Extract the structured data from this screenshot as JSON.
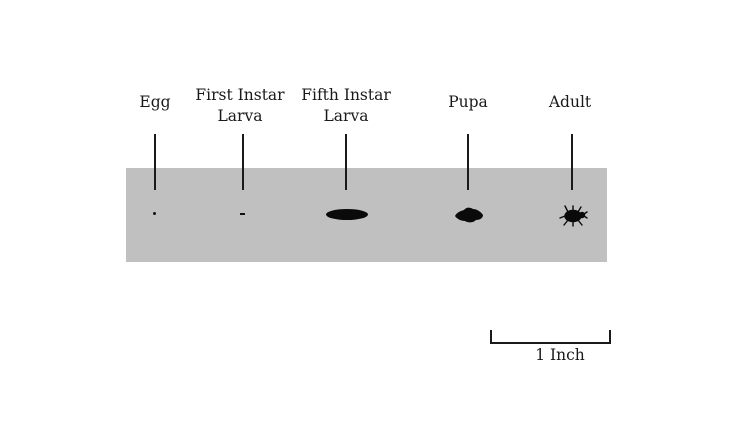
{
  "diagram": {
    "stages": [
      {
        "label": "Egg",
        "label_line2": ""
      },
      {
        "label": "First Instar",
        "label_line2": "Larva"
      },
      {
        "label": "Fifth Instar",
        "label_line2": "Larva"
      },
      {
        "label": "Pupa",
        "label_line2": ""
      },
      {
        "label": "Adult",
        "label_line2": ""
      }
    ],
    "scale_bar": {
      "label": "1 Inch"
    },
    "colors": {
      "band": "#c0c0c0",
      "ink": "#1a1a1a",
      "background": "#ffffff"
    }
  }
}
